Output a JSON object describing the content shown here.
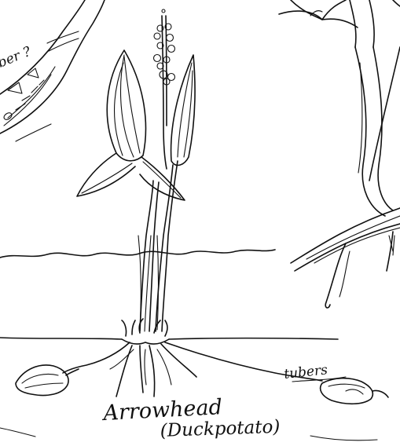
{
  "labels": {
    "caption_line1": "Arrowhead",
    "caption_line2": "(Duckpotato)",
    "tubers": "tubers",
    "corner_fragment": "ber ?"
  },
  "colors": {
    "ink": "#111111",
    "paper": "#ffffff"
  }
}
